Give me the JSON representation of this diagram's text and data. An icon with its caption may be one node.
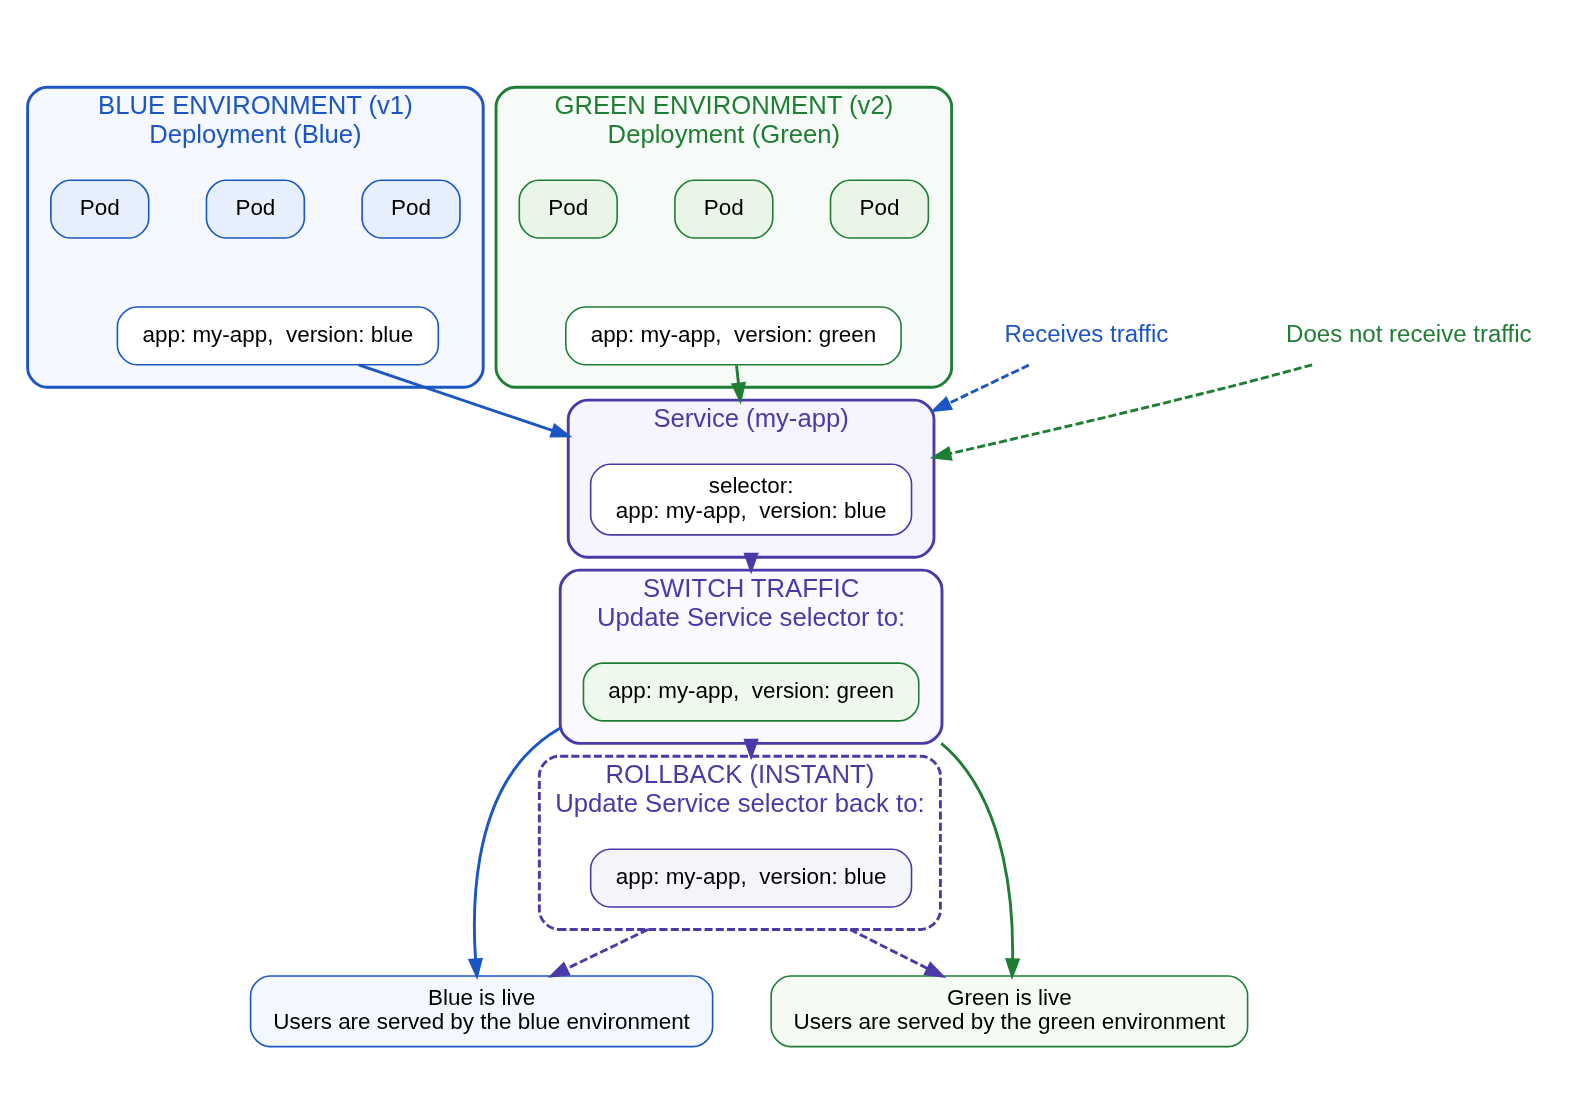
{
  "diagram": {
    "nodes": [
      {
        "text": [
          "BLUE ENVIRONMENT (v1)",
          "Deployment (Blue)"
        ]
      },
      {
        "text": [
          "Pod"
        ],
        "in": 0
      },
      {
        "text": [
          "Pod"
        ],
        "in": 0
      },
      {
        "text": [
          "Pod"
        ],
        "in": 0
      },
      {
        "text": [
          "app: my-app,  version: blue"
        ],
        "in": 0
      },
      {
        "text": [
          "GREEN ENVIRONMENT (v2)",
          "Deployment (Green)"
        ]
      },
      {
        "text": [
          "Pod"
        ],
        "in": 5
      },
      {
        "text": [
          "Pod"
        ],
        "in": 5
      },
      {
        "text": [
          "Pod"
        ],
        "in": 5
      },
      {
        "text": [
          "app: my-app,  version: green"
        ],
        "in": 5
      },
      {
        "text": [
          "Service (my-app)"
        ]
      },
      {
        "text": [
          "selector:",
          "app: my-app,  version: blue"
        ],
        "in": 10
      },
      {
        "text": [
          "Receives traffic"
        ]
      },
      {
        "text": [
          "Does not receive traffic"
        ]
      },
      {
        "text": [
          "SWITCH TRAFFIC",
          "Update Service selector to:"
        ]
      },
      {
        "text": [
          "app: my-app,  version: green"
        ],
        "in": 14
      },
      {
        "text": [
          "Blue is live",
          "Users are served by the blue environment"
        ]
      },
      {
        "text": [
          "Green is live",
          "Users are served by the green environment"
        ]
      },
      {
        "text": [
          "ROLLBACK (INSTANT)",
          "Update Service selector back to:"
        ]
      },
      {
        "text": [
          "app: my-app,  version: blue"
        ],
        "in": 18
      }
    ],
    "edges": [
      {
        "from": 4,
        "to": 10,
        "arrow": "to",
        "color": "#1a56c4"
      },
      {
        "from": 12,
        "to": 10,
        "arrow": "to",
        "style": "dashed",
        "color": "#1a56c4"
      },
      {
        "from": 9,
        "to": 10,
        "arrow": "to",
        "color": "#1e7e34"
      },
      {
        "from": 13,
        "to": 10,
        "arrow": "to",
        "style": "dashed",
        "color": "#1e7e34"
      },
      {
        "from": 10,
        "to": 14,
        "arrow": "to",
        "color": "#4a3aa8"
      },
      {
        "from": 14,
        "to": 16,
        "arrow": "to",
        "color": "#1a56c4"
      },
      {
        "from": 14,
        "to": 17,
        "arrow": "to",
        "color": "#1e7e34"
      },
      {
        "from": 14,
        "to": 18,
        "arrow": "to",
        "style": "dashed",
        "color": "#4a3aa8"
      },
      {
        "from": 18,
        "to": 16,
        "arrow": "to",
        "style": "dashed",
        "color": "#4a3aa8"
      },
      {
        "from": 18,
        "to": 17,
        "arrow": "to",
        "style": "dashed",
        "color": "#4a3aa8"
      }
    ]
  }
}
